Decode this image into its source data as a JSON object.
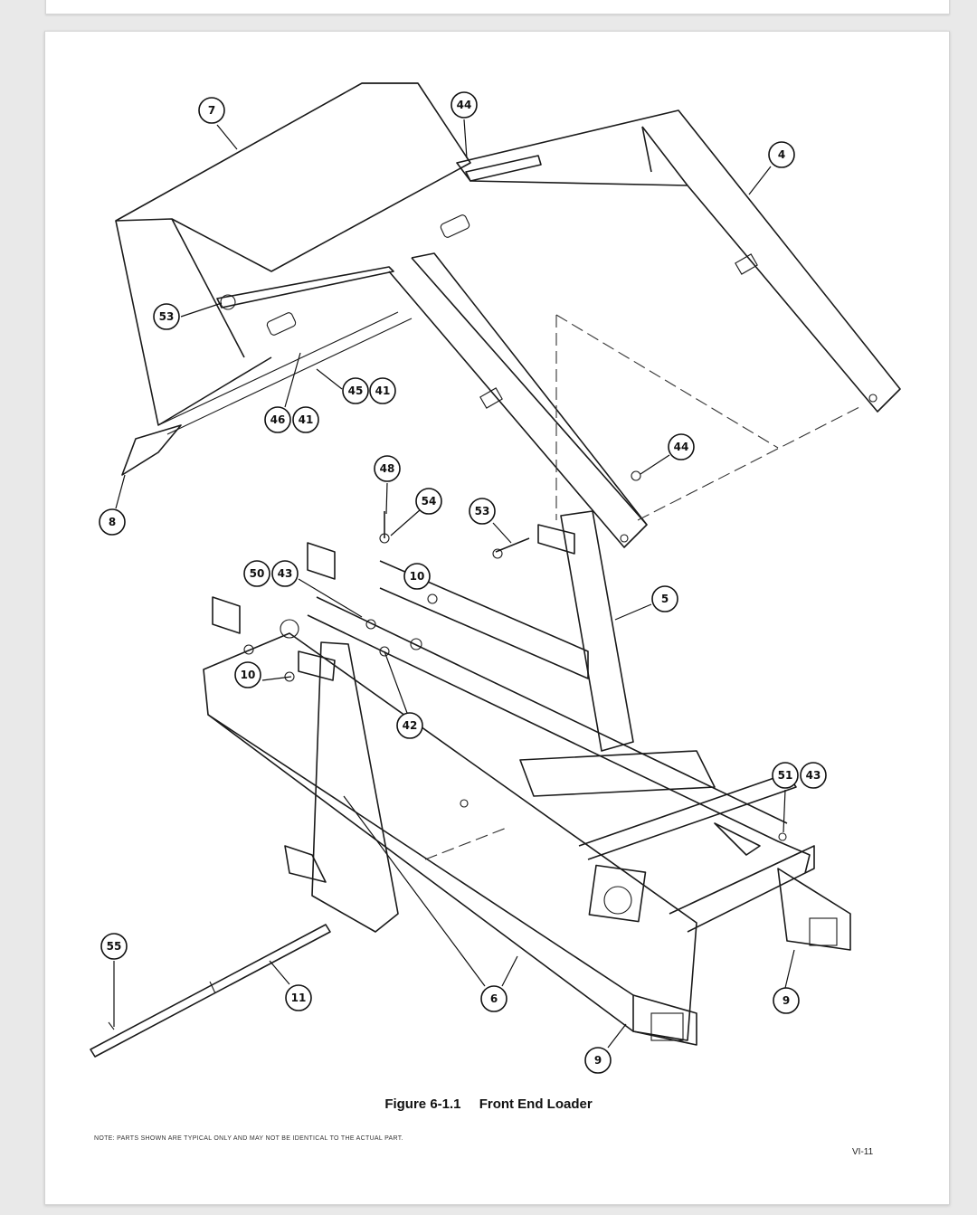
{
  "figure": {
    "number": "Figure 6-1.1",
    "title": "Front End Loader"
  },
  "note": "NOTE: PARTS SHOWN ARE TYPICAL ONLY AND MAY NOT BE IDENTICAL TO THE ACTUAL PART.",
  "page_number": "VI-11",
  "callouts": [
    "7",
    "44",
    "4",
    "53",
    "45",
    "41",
    "46",
    "41",
    "8",
    "44",
    "48",
    "54",
    "53",
    "10",
    "50",
    "43",
    "5",
    "10",
    "42",
    "51",
    "43",
    "55",
    "11",
    "6",
    "9",
    "9"
  ]
}
